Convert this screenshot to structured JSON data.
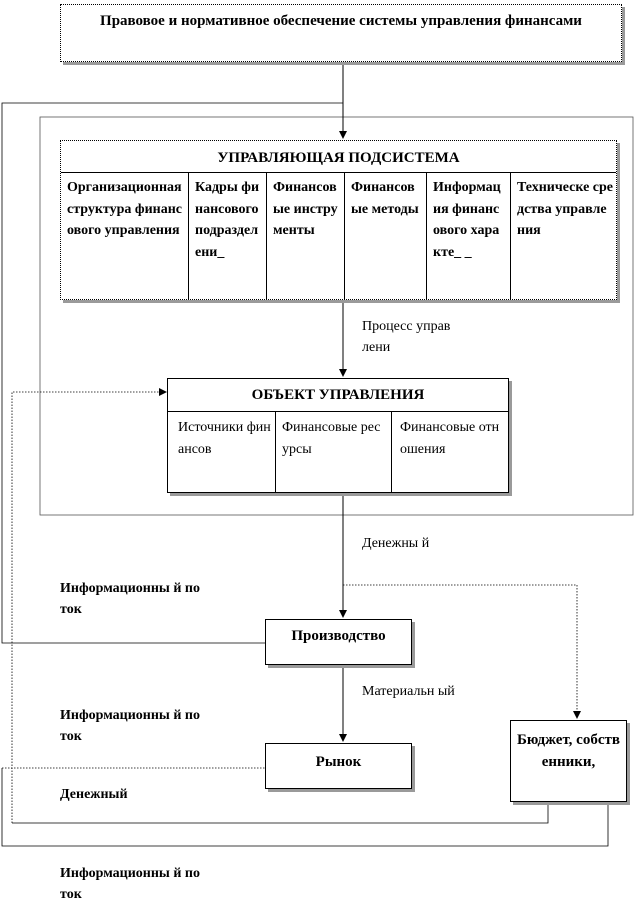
{
  "header_box": {
    "text": "Правовое и нормативное обеспечение системы управления финансами"
  },
  "management_subsystem": {
    "title": "УПРАВЛЯЮЩАЯ ПОДСИСТЕМА",
    "cells": [
      "Организационная структура финансового управления",
      "Кадры финансового подразделени_",
      "Финансовые инструменты",
      "Финансовые методы",
      "Информация финансового характе_ _",
      "Техническе средства управления"
    ]
  },
  "labels": {
    "process": "Процесс управлени",
    "monetary_1": "Денежны й",
    "info_flow_1": "Информационны й поток",
    "material": "Материальн ый",
    "info_flow_2": "Информационны й поток",
    "monetary_2": "Денежный",
    "info_flow_3": "Информационны й поток"
  },
  "management_object": {
    "title": "ОБЪЕКТ УПРАВЛЕНИЯ",
    "cells": [
      "Источники финансов",
      "Финансовые ресурсы",
      "Финансовые отношения"
    ]
  },
  "production": {
    "text": "Производство"
  },
  "market": {
    "text": "Рынок"
  },
  "budget": {
    "text": "Бюджет, собственники,"
  }
}
